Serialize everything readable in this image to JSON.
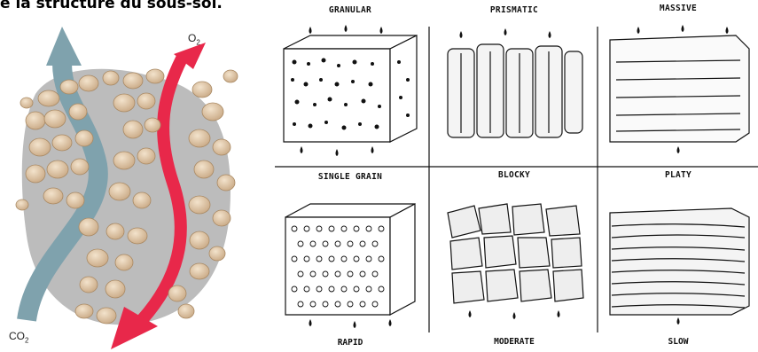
{
  "page_title": "e la structure du sous-sol.",
  "left_figure": {
    "o2_label": "O",
    "o2_sub": "2",
    "co2_label": "CO",
    "co2_sub": "2",
    "colors": {
      "o2_arrow": "#e8284a",
      "co2_arrow": "#7fa2ad",
      "soil": "#e4cdb0"
    }
  },
  "structures": [
    {
      "name": "GRANULAR"
    },
    {
      "name": "PRISMATIC"
    },
    {
      "name": "MASSIVE"
    },
    {
      "name": "SINGLE GRAIN"
    },
    {
      "name": "BLOCKY"
    },
    {
      "name": "PLATY"
    }
  ],
  "rates": [
    "RAPID",
    "MODERATE",
    "SLOW"
  ]
}
